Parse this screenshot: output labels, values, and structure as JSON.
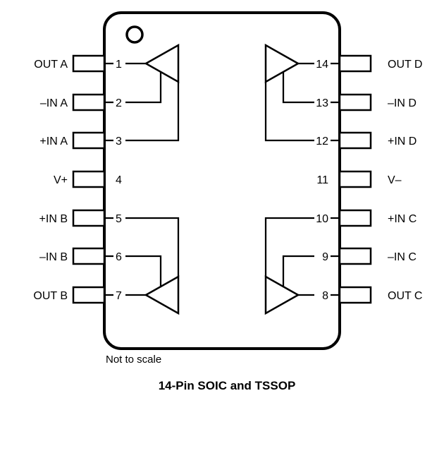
{
  "package": {
    "note": "Not to scale",
    "caption": "14-Pin SOIC and TSSOP"
  },
  "pins": {
    "left": [
      {
        "number": "1",
        "label": "OUT A"
      },
      {
        "number": "2",
        "label": "–IN A"
      },
      {
        "number": "3",
        "label": "+IN A"
      },
      {
        "number": "4",
        "label": "V+"
      },
      {
        "number": "5",
        "label": "+IN B"
      },
      {
        "number": "6",
        "label": "–IN B"
      },
      {
        "number": "7",
        "label": "OUT B"
      }
    ],
    "right": [
      {
        "number": "14",
        "label": "OUT D"
      },
      {
        "number": "13",
        "label": "–IN D"
      },
      {
        "number": "12",
        "label": "+IN D"
      },
      {
        "number": "11",
        "label": "V–"
      },
      {
        "number": "10",
        "label": "+IN C"
      },
      {
        "number": "9",
        "label": "–IN C"
      },
      {
        "number": "8",
        "label": "OUT C"
      }
    ]
  },
  "colors": {
    "line": "#000000",
    "background": "#ffffff"
  }
}
